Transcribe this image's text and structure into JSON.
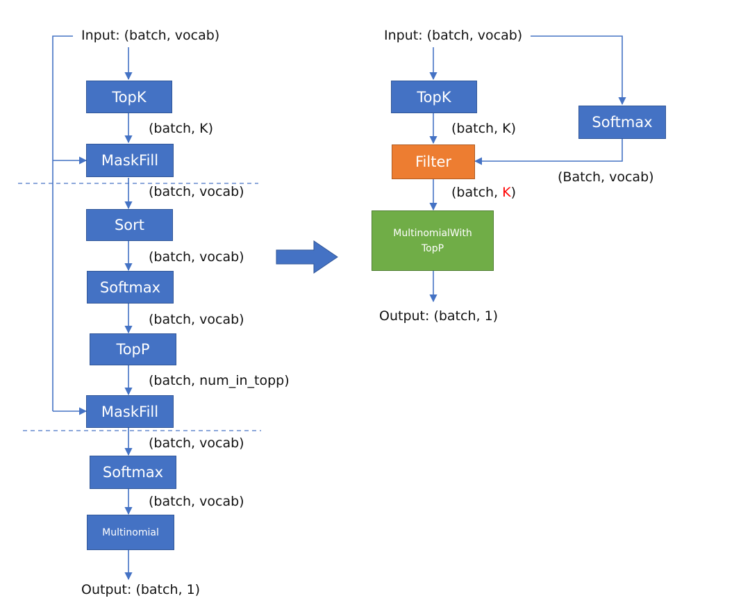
{
  "left": {
    "input": "Input: (batch, vocab)",
    "topk": "TopK",
    "topk_shape": "(batch, K)",
    "maskfill1": "MaskFill",
    "maskfill1_shape": "(batch, vocab)",
    "sort": "Sort",
    "sort_shape": "(batch, vocab)",
    "softmax1": "Softmax",
    "softmax1_shape": "(batch, vocab)",
    "topp": "TopP",
    "topp_shape": "(batch, num_in_topp)",
    "maskfill2": "MaskFill",
    "maskfill2_shape": "(batch, vocab)",
    "softmax2": "Softmax",
    "softmax2_shape": "(batch, vocab)",
    "multinomial": "Multinomial",
    "output": "Output: (batch, 1)"
  },
  "right": {
    "input": "Input: (batch, vocab)",
    "topk": "TopK",
    "topk_shape": "(batch, K)",
    "softmax": "Softmax",
    "softmax_shape": "(Batch, vocab)",
    "filter": "Filter",
    "filter_shape_prefix": "(batch, ",
    "filter_shape_k": "K",
    "filter_shape_suffix": ")",
    "multinomial_line1": "MultinomialWith",
    "multinomial_line2": "TopP",
    "output": "Output: (batch, 1)"
  },
  "colors": {
    "box_blue": "#4472c4",
    "line_blue": "#4472c4",
    "filter_orange": "#ed7d31",
    "multinomial_green": "#70ad47",
    "highlight_red": "#ff0000"
  }
}
